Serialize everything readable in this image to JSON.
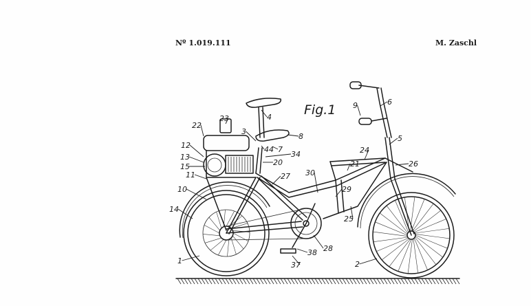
{
  "header": {
    "patent_number": "Nº 1.019.111",
    "inventor": "M. Zaschl"
  },
  "figure": {
    "title": "Fig.1",
    "reference_numerals": [
      "1",
      "2",
      "3",
      "4",
      "5",
      "6",
      "7",
      "8",
      "9",
      "10",
      "11",
      "12",
      "13",
      "14",
      "15",
      "20",
      "21",
      "22",
      "23",
      "24",
      "25",
      "26",
      "27",
      "28",
      "29",
      "30",
      "34",
      "37",
      "38",
      "44"
    ]
  }
}
